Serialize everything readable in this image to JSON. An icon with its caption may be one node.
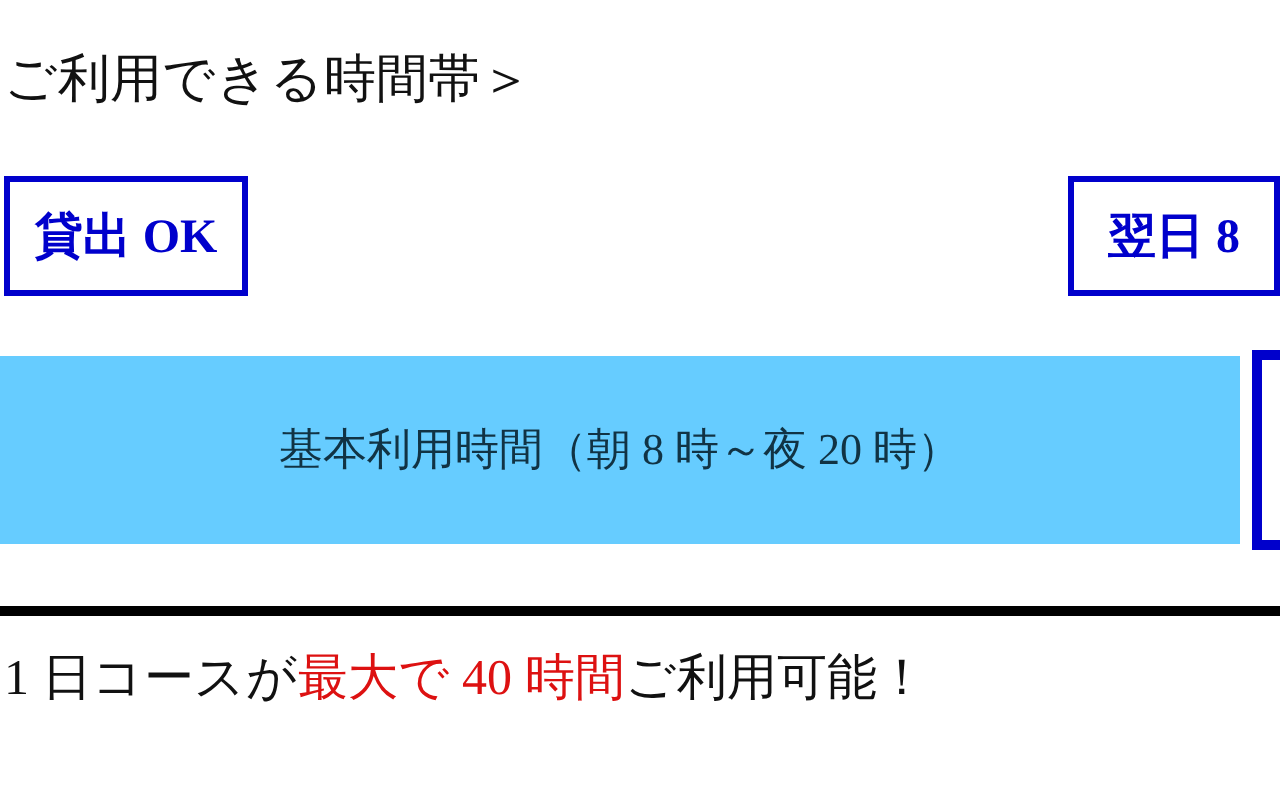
{
  "diagram": {
    "title": "ご利用できる時間帯＞",
    "nodes": [
      {
        "text": [
          "貸出 OK"
        ]
      },
      {
        "text": [
          "翌日 8"
        ]
      },
      {
        "text": [
          "基本利用時間（朝 8 時～夜 20 時）"
        ]
      },
      {
        "text": [],
        "shape": "box"
      }
    ],
    "labels": [
      "1 日コースが**最大で 40 時間**ご利用可能！"
    ]
  }
}
